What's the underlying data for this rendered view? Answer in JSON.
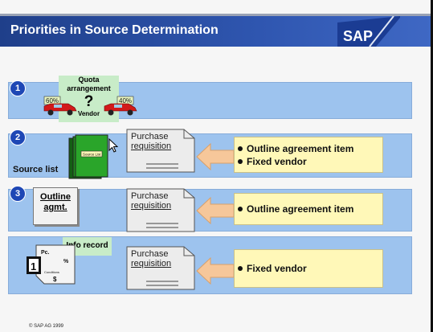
{
  "header": {
    "title": "Priorities in Source Determination",
    "logo": "SAP"
  },
  "rows": [
    {
      "num": "1",
      "quota": {
        "line1": "Quota",
        "line2": "arrangement",
        "question": "?",
        "vendor": "Vendor",
        "pct_left": "60%",
        "pct_right": "40%"
      }
    },
    {
      "num": "2",
      "source_list": "Source list",
      "binder_label": "Source List",
      "doc": {
        "line1": "Purchase",
        "line2": "requisition"
      },
      "items": [
        "Outline agreement item",
        "Fixed vendor"
      ]
    },
    {
      "num": "3",
      "outline": {
        "line1": "Outline",
        "line2": "agmt."
      },
      "doc": {
        "line1": "Purchase",
        "line2": "requisition"
      },
      "items": [
        "Outline agreement item"
      ]
    },
    {
      "info_record": "Info record",
      "card": {
        "pc": "Pc.",
        "one": "1",
        "pct": "%",
        "conditions": "Conditions",
        "dollar": "$"
      },
      "doc": {
        "line1": "Purchase",
        "line2": "requisition"
      },
      "items": [
        "Fixed vendor"
      ]
    }
  ],
  "footer": "© SAP AG 1999",
  "colors": {
    "header": "#2f56b0",
    "row_bg": "#9dc3ee",
    "note_bg": "#fff8b8",
    "green_tag": "#c8ecc8",
    "arrow": "#f6c79a"
  }
}
